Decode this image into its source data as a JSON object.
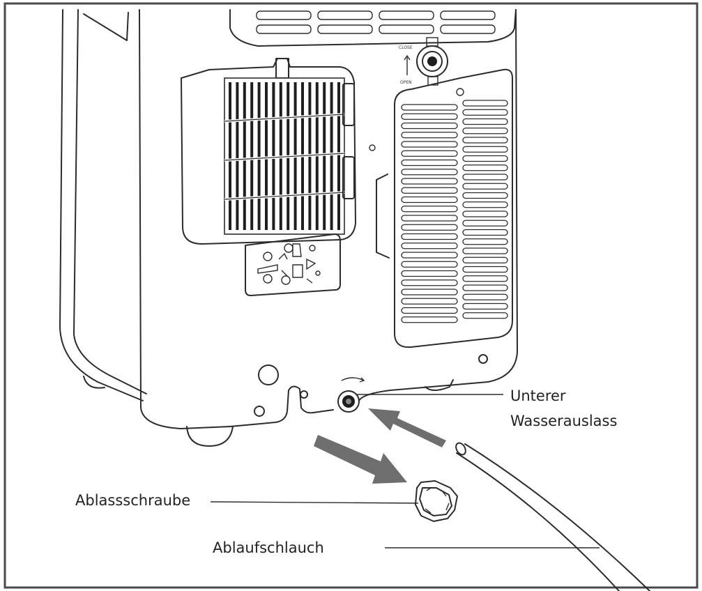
{
  "labels": {
    "outlet_line1": "Unterer",
    "outlet_line2": "Wasserauslass",
    "drain_screw": "Ablassschraube",
    "drain_hose": "Ablaufschlauch"
  },
  "knob_marks": {
    "close": "CLOSE",
    "open": "OPEN"
  },
  "colors": {
    "line": "#2b2b2b",
    "arrow": "#6e6e6e",
    "frame": "#4a4a4a"
  }
}
